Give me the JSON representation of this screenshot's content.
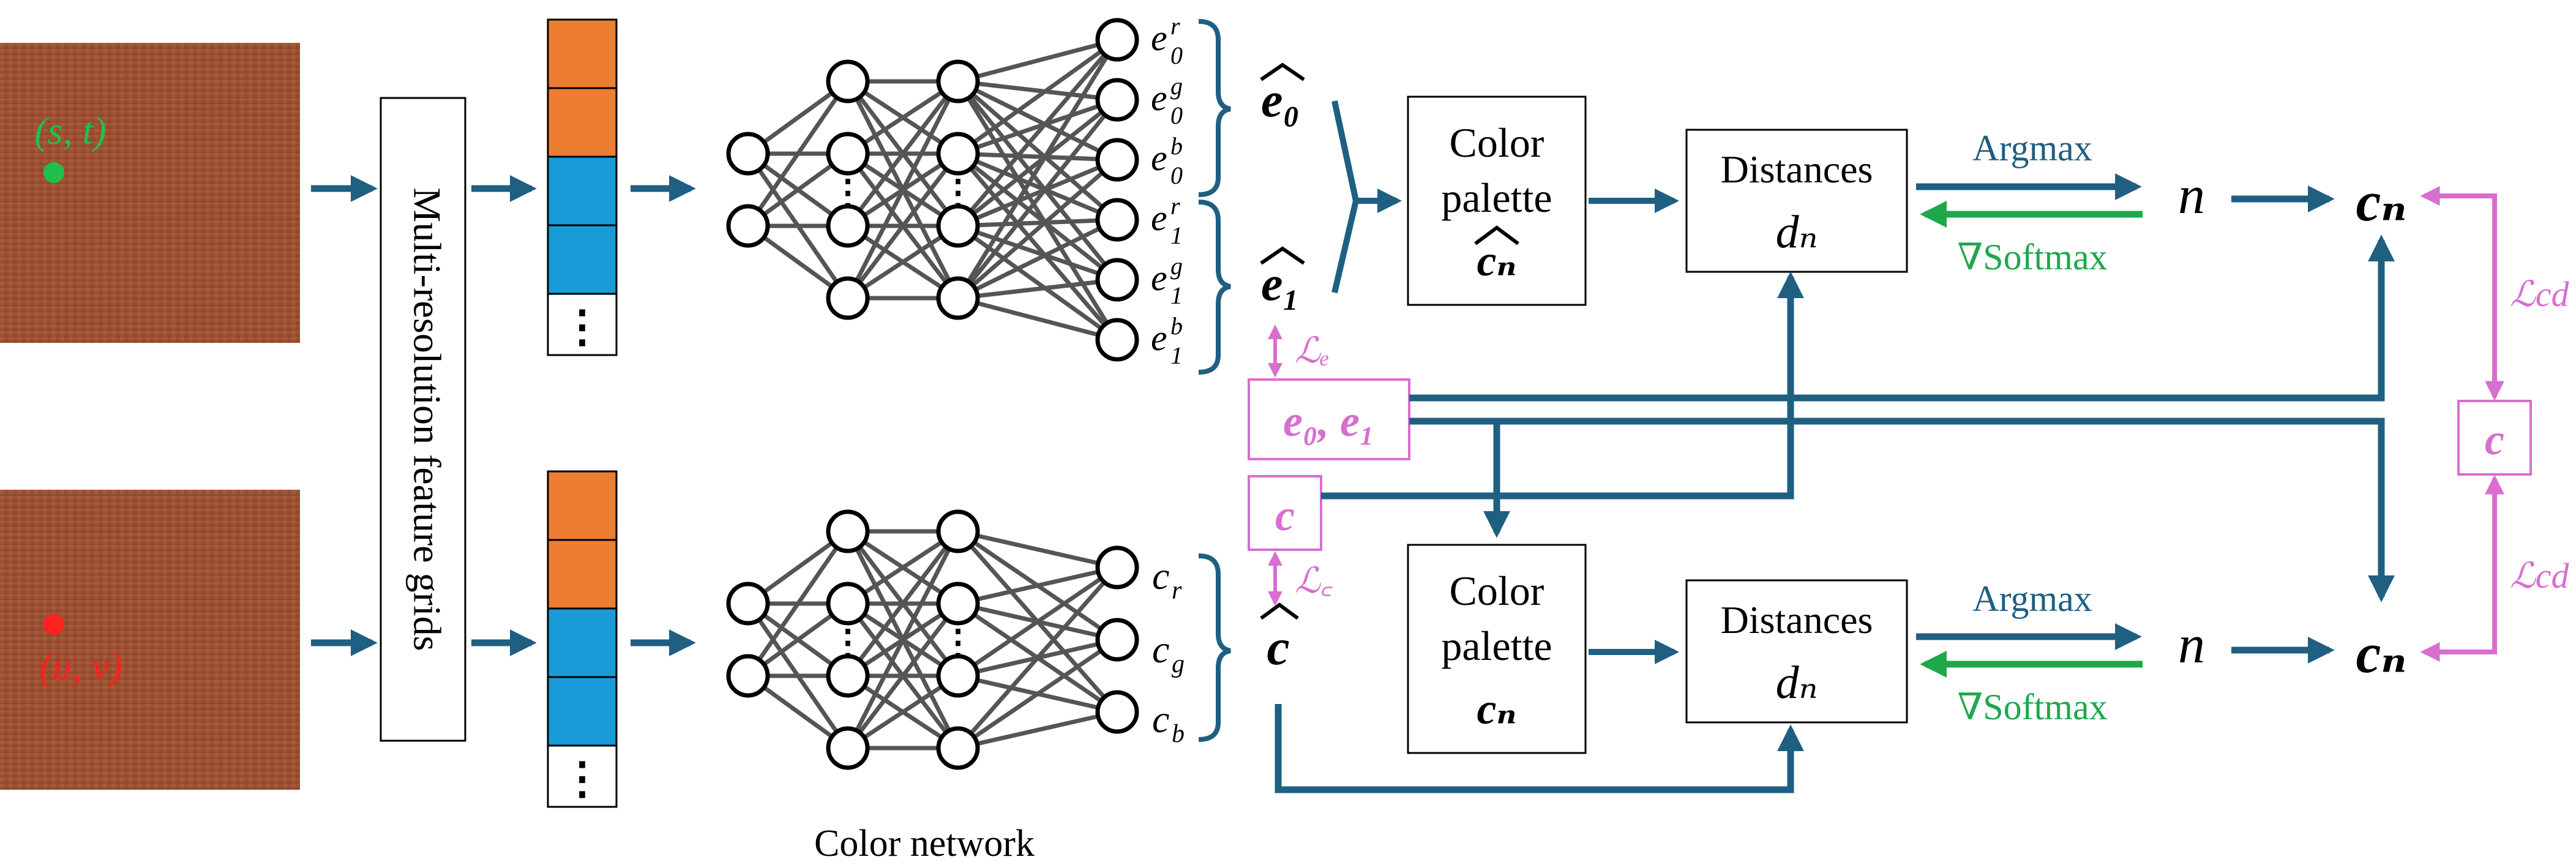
{
  "colors": {
    "flow": "#1F5F82",
    "loss": "#D86ED0",
    "grad": "#1DA84C",
    "texture": "#9E5133",
    "feat_orange": "#ED7D31",
    "feat_blue": "#1A9BD7",
    "net_line": "#555555",
    "uv_point": "#FF2020",
    "st_point": "#22C04A"
  },
  "inputs": {
    "top_coord": "(s, t)",
    "bottom_coord": "(u, v)"
  },
  "feature_grids_label": "Multi-resolution feature grids",
  "feature_vector_ellipsis": "⋮",
  "network_caption": "Color network",
  "top_outputs": {
    "e0": {
      "base": "e",
      "sub": "0",
      "sups": [
        "r",
        "g",
        "b"
      ]
    },
    "e1": {
      "base": "e",
      "sub": "1",
      "sups": [
        "r",
        "g",
        "b"
      ]
    }
  },
  "bottom_outputs": [
    "c_r",
    "c_g",
    "c_b"
  ],
  "top_branch": {
    "e0_hat": "e₀",
    "e1_hat": "e₁",
    "palette": {
      "line1": "Color",
      "line2": "palette",
      "symbol": "cₙ"
    },
    "distances": {
      "label": "Distances",
      "symbol": "dₙ"
    },
    "argmax": "Argmax",
    "softmax": "∇Softmax",
    "n": "n",
    "cn": "cₙ"
  },
  "bottom_branch": {
    "c_hat": "c",
    "palette": {
      "line1": "Color",
      "line2": "palette",
      "symbol": "cₙ"
    },
    "distances": {
      "label": "Distances",
      "symbol": "dₙ"
    },
    "argmax": "Argmax",
    "softmax": "∇Softmax",
    "n": "n",
    "cn": "cₙ"
  },
  "ground_truth": {
    "e_pair": "e₀, e₁",
    "c": "c",
    "c_right": "c"
  },
  "losses": {
    "le": "ℒₑ",
    "lc": "ℒ꜀",
    "lcd_top": "ℒcd",
    "lcd_bottom": "ℒcd"
  }
}
